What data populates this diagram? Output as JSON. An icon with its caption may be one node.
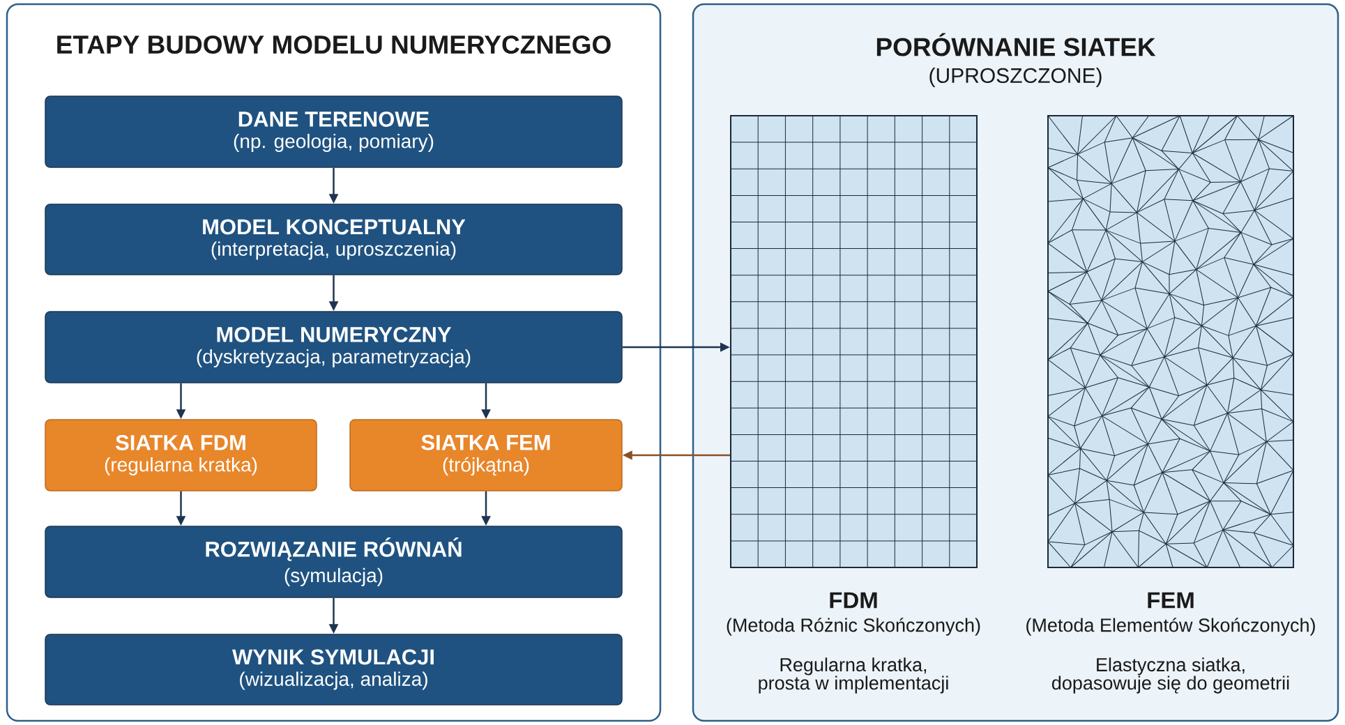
{
  "diagram": {
    "nodes": [
      {
        "text": [
          "ETAPY BUDOWY MODELU NUMERYCZNEGO"
        ]
      },
      {
        "text": [
          "DANE TERENOWE",
          "(np. geologia, pomiary)"
        ],
        "in": 0
      },
      {
        "text": [
          "MODEL KONCEPTUALNY",
          "(interpretacja, uproszczenia)"
        ],
        "in": 0
      },
      {
        "text": [
          "MODEL NUMERYCZNY",
          "(dyskretyzacja, parametryzacja)"
        ],
        "in": 0
      },
      {
        "text": [
          "SIATKA FDM",
          "(regularna kratka)"
        ],
        "in": 0
      },
      {
        "text": [
          "SIATKA FEM",
          "(trójkątna)"
        ],
        "in": 0
      },
      {
        "text": [
          "ROZWIĄZANIE RÓWNAŃ",
          "(symulacja)"
        ],
        "in": 0
      },
      {
        "text": [
          "WYNIK SYMULACJI",
          "(wizualizacja, analiza)"
        ],
        "in": 0
      },
      {
        "text": [
          "PORÓWNANIE SIATEK",
          "(UPROSZCZONE)"
        ]
      },
      {
        "text": [],
        "shape": "box",
        "in": 8,
        "beside": [
          "FDM",
          "(Metoda Różnic Skończonych)",
          "Regularna kratka, prosta w implementacji"
        ]
      },
      {
        "text": [],
        "shape": "box",
        "in": 8,
        "beside": [
          "FEM",
          "(Metoda Elementów Skończonych)",
          "Elastyczna siatka, dopasowuje się do geometrii"
        ]
      }
    ],
    "edges": [
      {
        "from": 1,
        "to": 2,
        "arrow": "to"
      },
      {
        "from": 2,
        "to": 3,
        "arrow": "to"
      },
      {
        "from": 3,
        "to": 4,
        "arrow": "to"
      },
      {
        "from": 3,
        "to": 5,
        "arrow": "to"
      },
      {
        "from": 4,
        "to": 6,
        "arrow": "to"
      },
      {
        "from": 5,
        "to": 6,
        "arrow": "to"
      },
      {
        "from": 6,
        "to": 7,
        "arrow": "to"
      },
      {
        "from": 3,
        "to": 9,
        "arrow": "to"
      },
      {
        "from": 9,
        "to": 5,
        "arrow": "to",
        "color": "#8b4f24"
      }
    ]
  }
}
